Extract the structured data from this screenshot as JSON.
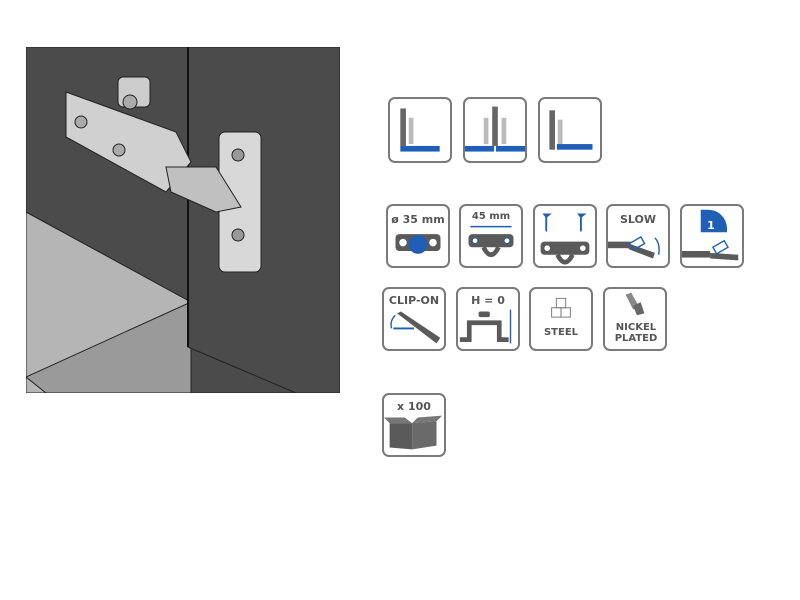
{
  "colors": {
    "accent": "#1f5fb5",
    "icon_gray": "#5a5a5a",
    "border": "#7a7a7a",
    "wall": "#4b4b4b"
  },
  "icons": {
    "mounting": [
      "full-overlay-icon",
      "half-overlay-icon",
      "inset-icon"
    ],
    "features": [
      {
        "name": "cup-diameter-icon",
        "label": "ø 35 mm"
      },
      {
        "name": "screw-distance-icon",
        "label": "45 mm"
      },
      {
        "name": "screw-fixing-icon"
      },
      {
        "name": "soft-close-icon",
        "label": "SLOW"
      },
      {
        "name": "one-way-icon",
        "label": "1"
      },
      {
        "name": "clip-on-icon",
        "label": "CLIP-ON"
      },
      {
        "name": "height-zero-icon",
        "label": "H = 0"
      },
      {
        "name": "steel-icon",
        "label": "STEEL"
      },
      {
        "name": "nickel-plated-icon",
        "label": "NICKEL PLATED"
      }
    ],
    "pack": {
      "name": "box-quantity-icon",
      "label": "x 100"
    }
  }
}
